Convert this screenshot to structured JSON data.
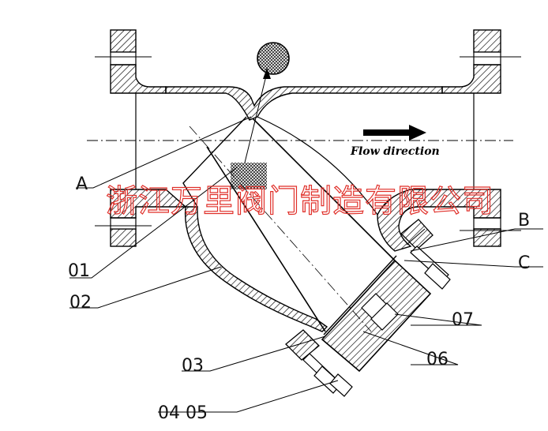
{
  "flow_text": "Flow direction",
  "watermark": "浙江万里阀门制造有限公司",
  "callouts": {
    "A": "A",
    "B": "B",
    "C": "C",
    "p01": "01",
    "p02": "02",
    "p03": "03",
    "p0405": "04 05",
    "p06": "06",
    "p07": "07"
  },
  "colors": {
    "line": "#000000",
    "watermark": "#e0302a",
    "screen_mesh": "#333333"
  }
}
